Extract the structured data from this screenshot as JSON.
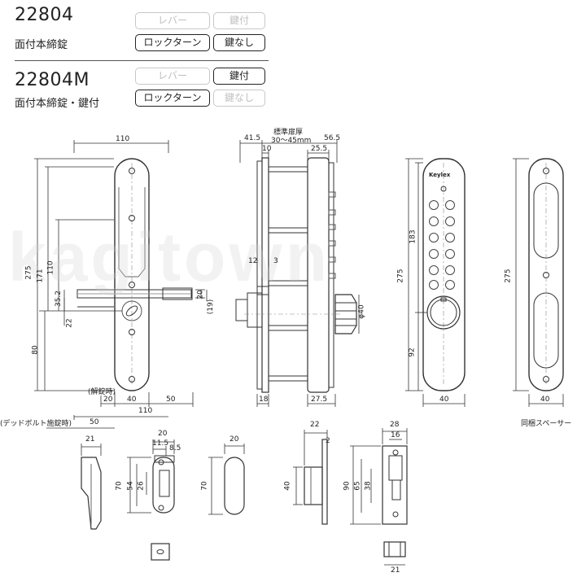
{
  "header": {
    "model_a": "22804",
    "sub_a": "面付本締錠",
    "model_b": "22804M",
    "sub_b": "面付本締錠・鍵付",
    "tags_a": {
      "lever": "レバー",
      "key": "鍵付",
      "turn": "ロックターン",
      "nokey": "鍵なし"
    },
    "tags_b": {
      "lever": "レバー",
      "key": "鍵付",
      "turn": "ロックターン",
      "nokey": "鍵なし"
    }
  },
  "front_view": {
    "w_total": "110",
    "h_total": "275",
    "h_171": "171",
    "h_110": "110",
    "h_35_2": "35.2",
    "h_22": "22",
    "h_80": "80",
    "d_20": "20",
    "d_19": "(19)",
    "unlock": "(解錠時)",
    "b_20": "20",
    "b_40": "40",
    "b_50": "50",
    "b_110": "110",
    "deadbolt": "(デッドボルト施錠時)",
    "b_50_2": "50"
  },
  "side_view": {
    "std_door": "標準扉厚",
    "range": "30〜45mm",
    "d_41_5": "41.5",
    "d_56_5": "56.5",
    "d_10": "10",
    "d_25_5": "25.5",
    "d_12": "12",
    "d_3": "3",
    "d_phi40": "φ40",
    "b_18": "18",
    "b_27_5": "27.5"
  },
  "keypad_view": {
    "brand": "Keylex",
    "h_183": "183",
    "h_275": "275",
    "h_92": "92",
    "w_40": "40"
  },
  "spacer_view": {
    "h_275": "275",
    "w_40": "40",
    "caption": "同梱スペーサー"
  },
  "parts": {
    "p1_21": "21",
    "p2_20": "20",
    "p2_11_5": "11.5",
    "p2_8_5": "8.5",
    "p2_70": "70",
    "p2_54": "54",
    "p2_26": "26",
    "p3_20": "20",
    "p3_70": "70",
    "p4_22": "22",
    "p4_2": "2",
    "p4_40": "40",
    "p5_28": "28",
    "p5_16": "16",
    "p5_90": "90",
    "p5_65": "65",
    "p5_38": "38",
    "p5_21": "21"
  },
  "watermark": "kagitown"
}
